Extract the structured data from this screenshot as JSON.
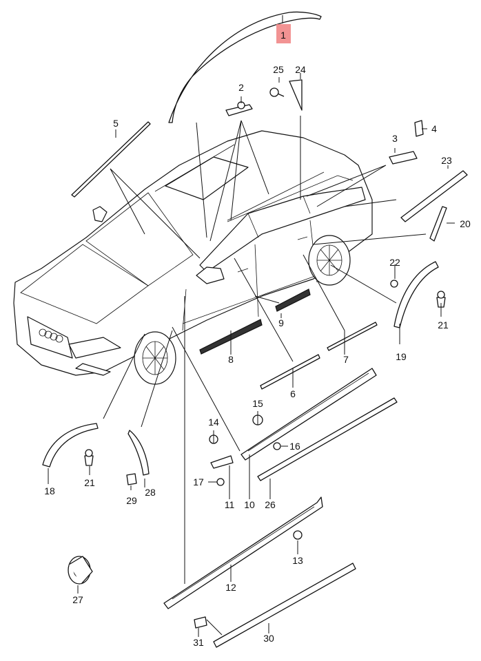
{
  "highlight_color": "#f08080",
  "callouts": [
    {
      "id": "1",
      "label": "1",
      "highlighted": true
    },
    {
      "id": "2",
      "label": "2"
    },
    {
      "id": "3",
      "label": "3"
    },
    {
      "id": "4",
      "label": "4"
    },
    {
      "id": "5",
      "label": "5"
    },
    {
      "id": "6",
      "label": "6"
    },
    {
      "id": "7",
      "label": "7"
    },
    {
      "id": "8",
      "label": "8"
    },
    {
      "id": "9",
      "label": "9"
    },
    {
      "id": "10",
      "label": "10"
    },
    {
      "id": "11",
      "label": "11"
    },
    {
      "id": "12",
      "label": "12"
    },
    {
      "id": "13",
      "label": "13"
    },
    {
      "id": "14",
      "label": "14"
    },
    {
      "id": "15",
      "label": "15"
    },
    {
      "id": "16",
      "label": "16"
    },
    {
      "id": "17",
      "label": "17"
    },
    {
      "id": "18",
      "label": "18"
    },
    {
      "id": "19",
      "label": "19"
    },
    {
      "id": "20",
      "label": "20"
    },
    {
      "id": "21a",
      "label": "21"
    },
    {
      "id": "21b",
      "label": "21"
    },
    {
      "id": "22",
      "label": "22"
    },
    {
      "id": "23",
      "label": "23"
    },
    {
      "id": "24",
      "label": "24"
    },
    {
      "id": "25",
      "label": "25"
    },
    {
      "id": "26",
      "label": "26"
    },
    {
      "id": "27",
      "label": "27"
    },
    {
      "id": "28",
      "label": "28"
    },
    {
      "id": "29",
      "label": "29"
    },
    {
      "id": "30",
      "label": "30"
    },
    {
      "id": "31",
      "label": "31"
    }
  ]
}
